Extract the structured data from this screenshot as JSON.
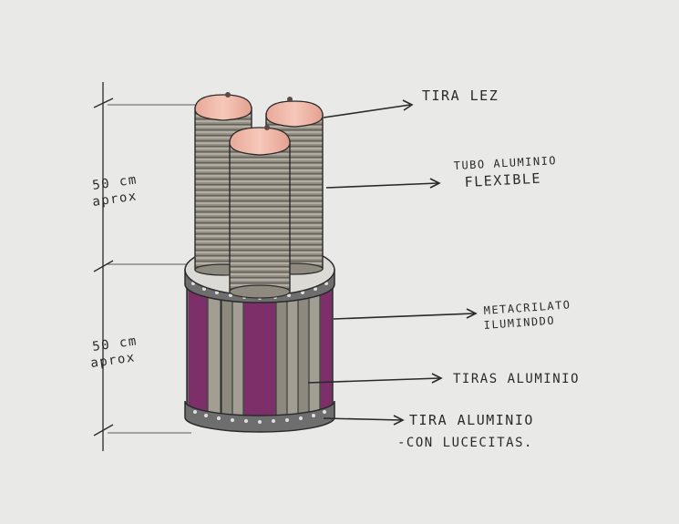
{
  "labels": {
    "tira_led": "TIRA LEZ",
    "tubo_line1": "TUBO ALUMINIO",
    "tubo_line2": "FLEXIBLE",
    "metacrilato_line1": "METACRILATO",
    "metacrilato_line2": "ILUMINDDO",
    "tiras_aluminio": "TIRAS ALUMINIO",
    "tira_aluminio_line1": "TIRA ALUMINIO",
    "tira_aluminio_line2": "-CON LUCECITAS."
  },
  "dimensions": {
    "upper_value": "50 cm",
    "upper_note": "aprox",
    "lower_value": "50 cm",
    "lower_note": "aprox"
  },
  "colors": {
    "paper": "#e9e9e7",
    "ink": "#2a2a2a",
    "tube_grey": "#8f8a80",
    "cap_pink": "#f0b4a4",
    "acrylic_purple": "#7c2f69",
    "rim_grey": "#6e6e6e"
  }
}
